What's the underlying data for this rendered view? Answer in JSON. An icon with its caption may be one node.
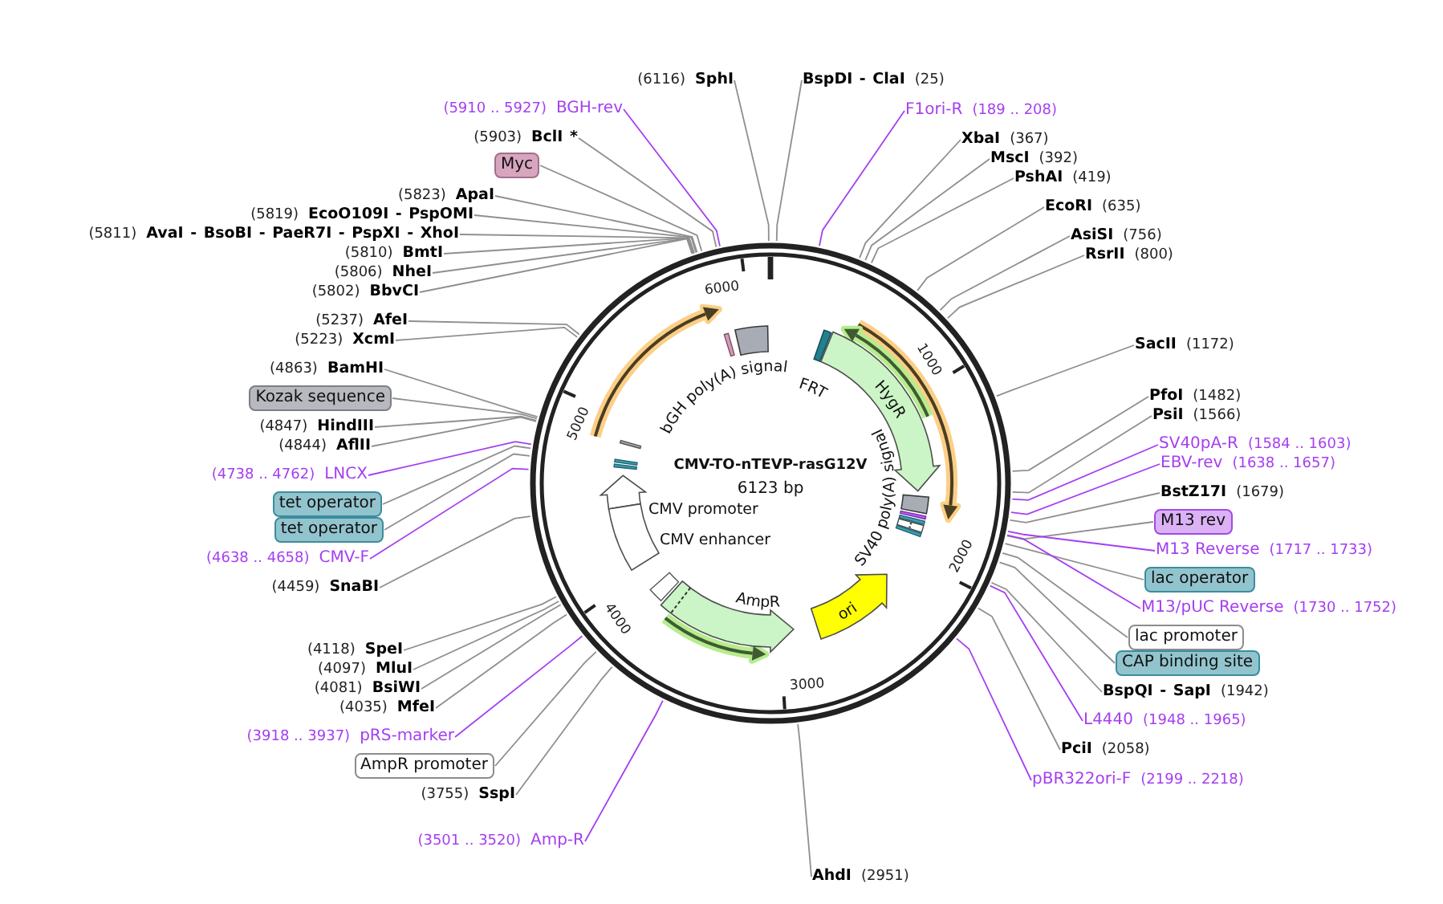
{
  "diagram": {
    "title": "CMV-TO-nTEVP-rasG12V",
    "nodes": [
      {
        "text": [
          "SphI"
        ],
        "beside": [
          "(6116)"
        ]
      },
      {
        "text": [
          "BspDI - ClaI"
        ],
        "beside": [
          "(25)"
        ]
      },
      {
        "text": [
          "BGH-rev"
        ],
        "beside": [
          "(5910 .. 5927)"
        ]
      },
      {
        "text": [
          "F1ori-R"
        ],
        "beside": [
          "(189 .. 208)"
        ]
      },
      {
        "text": [
          "BclI *"
        ],
        "beside": [
          "(5903)"
        ]
      },
      {
        "text": [
          "XbaI"
        ],
        "beside": [
          "(367)"
        ]
      },
      {
        "text": [
          "MscI"
        ],
        "beside": [
          "(392)"
        ]
      },
      {
        "text": [
          "Myc"
        ]
      },
      {
        "text": [
          "PshAI"
        ],
        "beside": [
          "(419)"
        ]
      },
      {
        "text": [
          "ApaI"
        ],
        "beside": [
          "(5823)"
        ]
      },
      {
        "text": [
          "EcoRI"
        ],
        "beside": [
          "(635)"
        ]
      },
      {
        "text": [
          "EcoO109I - PspOMI"
        ],
        "beside": [
          "(5819)"
        ]
      },
      {
        "text": [
          "AvaI - BsoBI - PaeR7I - PspXI - XhoI"
        ],
        "beside": [
          "(5811)"
        ]
      },
      {
        "text": [
          "AsiSI"
        ],
        "beside": [
          "(756)"
        ]
      },
      {
        "text": [
          "BmtI"
        ],
        "beside": [
          "(5810)"
        ]
      },
      {
        "text": [
          "RsrII"
        ],
        "beside": [
          "(800)"
        ]
      },
      {
        "text": [
          "NheI"
        ],
        "beside": [
          "(5806)"
        ]
      },
      {
        "text": [
          "BbvCI"
        ],
        "beside": [
          "(5802)"
        ]
      },
      {
        "text": [
          "AfeI"
        ],
        "beside": [
          "(5237)"
        ]
      },
      {
        "text": [
          "XcmI"
        ],
        "beside": [
          "(5223)"
        ]
      },
      {
        "text": [
          "SacII"
        ],
        "beside": [
          "(1172)"
        ]
      },
      {
        "text": [
          "BamHI"
        ],
        "beside": [
          "(4863)"
        ]
      },
      {
        "text": [
          "PfoI"
        ],
        "beside": [
          "(1482)"
        ]
      },
      {
        "text": [
          "Kozak sequence"
        ]
      },
      {
        "text": [
          "PsiI"
        ],
        "beside": [
          "(1566)"
        ]
      },
      {
        "text": [
          "HindIII"
        ],
        "beside": [
          "(4847)"
        ]
      },
      {
        "text": [
          "SV40pA-R"
        ],
        "beside": [
          "(1584 .. 1603)"
        ]
      },
      {
        "text": [
          "AflII"
        ],
        "beside": [
          "(4844)"
        ]
      },
      {
        "text": [
          "EBV-rev"
        ],
        "beside": [
          "(1638 .. 1657)"
        ]
      },
      {
        "text": [
          "LNCX"
        ],
        "beside": [
          "(4738 .. 4762)"
        ]
      },
      {
        "text": [
          "BstZ17I"
        ],
        "beside": [
          "(1679)"
        ]
      },
      {
        "text": [
          "tet operator"
        ]
      },
      {
        "text": [
          "M13 rev"
        ]
      },
      {
        "text": [
          "tet operator"
        ]
      },
      {
        "text": [
          "M13 Reverse"
        ],
        "beside": [
          "(1717 .. 1733)"
        ]
      },
      {
        "text": [
          "CMV-F"
        ],
        "beside": [
          "(4638 .. 4658)"
        ]
      },
      {
        "text": [
          "lac operator"
        ]
      },
      {
        "text": [
          "SnaBI"
        ],
        "beside": [
          "(4459)"
        ]
      },
      {
        "text": [
          "M13/pUC Reverse"
        ],
        "beside": [
          "(1730 .. 1752)"
        ]
      },
      {
        "text": [
          "lac promoter"
        ]
      },
      {
        "text": [
          "SpeI"
        ],
        "beside": [
          "(4118)"
        ]
      },
      {
        "text": [
          "CAP binding site"
        ]
      },
      {
        "text": [
          "MluI"
        ],
        "beside": [
          "(4097)"
        ]
      },
      {
        "text": [
          "BsiWI"
        ],
        "beside": [
          "(4081)"
        ]
      },
      {
        "text": [
          "BspQI - SapI"
        ],
        "beside": [
          "(1942)"
        ]
      },
      {
        "text": [
          "MfeI"
        ],
        "beside": [
          "(4035)"
        ]
      },
      {
        "text": [
          "L4440"
        ],
        "beside": [
          "(1948 .. 1965)"
        ]
      },
      {
        "text": [
          "pRS-marker"
        ],
        "beside": [
          "(3918 .. 3937)"
        ]
      },
      {
        "text": [
          "PciI"
        ],
        "beside": [
          "(2058)"
        ]
      },
      {
        "text": [
          "AmpR promoter"
        ]
      },
      {
        "text": [
          "pBR322ori-F"
        ],
        "beside": [
          "(2199 .. 2218)"
        ]
      },
      {
        "text": [
          "SspI"
        ],
        "beside": [
          "(3755)"
        ]
      },
      {
        "text": [
          "Amp-R"
        ],
        "beside": [
          "(3501 .. 3520)"
        ]
      },
      {
        "text": [
          "AhdI"
        ],
        "beside": [
          "(2951)"
        ]
      },
      {
        "text": [
          "bGH poly(A) signal"
        ]
      },
      {
        "text": [
          "FRT"
        ]
      },
      {
        "text": [
          "HygR"
        ]
      },
      {
        "text": [
          "SV40 poly(A) signal"
        ]
      },
      {
        "text": [
          "CMV promoter"
        ]
      },
      {
        "text": [
          "CMV enhancer"
        ]
      },
      {
        "text": [
          "AmpR"
        ]
      },
      {
        "text": [
          "ori"
        ]
      }
    ],
    "edges": [
      {
        "from": 0,
        "to": null,
        "arrow": "none"
      },
      {
        "from": 1,
        "to": null,
        "arrow": "none"
      },
      {
        "from": 2,
        "to": null,
        "arrow": "none",
        "color": "#a53ff0"
      },
      {
        "from": 3,
        "to": null,
        "arrow": "none",
        "color": "#a53ff0"
      },
      {
        "from": 4,
        "to": null,
        "arrow": "none"
      },
      {
        "from": 5,
        "to": null,
        "arrow": "none"
      },
      {
        "from": 6,
        "to": null,
        "arrow": "none"
      },
      {
        "from": 7,
        "to": null,
        "arrow": "none"
      },
      {
        "from": 8,
        "to": null,
        "arrow": "none"
      },
      {
        "from": 9,
        "to": null,
        "arrow": "none"
      },
      {
        "from": 10,
        "to": null,
        "arrow": "none"
      },
      {
        "from": 11,
        "to": null,
        "arrow": "none"
      },
      {
        "from": 12,
        "to": null,
        "arrow": "none"
      },
      {
        "from": 13,
        "to": null,
        "arrow": "none"
      },
      {
        "from": 14,
        "to": null,
        "arrow": "none"
      },
      {
        "from": 15,
        "to": null,
        "arrow": "none"
      },
      {
        "from": 16,
        "to": null,
        "arrow": "none"
      },
      {
        "from": 17,
        "to": null,
        "arrow": "none"
      },
      {
        "from": 18,
        "to": null,
        "arrow": "none"
      },
      {
        "from": 19,
        "to": null,
        "arrow": "none"
      },
      {
        "from": 20,
        "to": null,
        "arrow": "none"
      },
      {
        "from": 21,
        "to": null,
        "arrow": "none"
      },
      {
        "from": 22,
        "to": null,
        "arrow": "none"
      },
      {
        "from": 23,
        "to": null,
        "arrow": "none"
      },
      {
        "from": 24,
        "to": null,
        "arrow": "none"
      },
      {
        "from": 25,
        "to": null,
        "arrow": "none"
      },
      {
        "from": 26,
        "to": null,
        "arrow": "none",
        "color": "#a53ff0"
      },
      {
        "from": 27,
        "to": null,
        "arrow": "none"
      },
      {
        "from": 28,
        "to": null,
        "arrow": "none",
        "color": "#a53ff0"
      },
      {
        "from": 29,
        "to": null,
        "arrow": "none",
        "color": "#a53ff0"
      },
      {
        "from": 30,
        "to": null,
        "arrow": "none"
      },
      {
        "from": 31,
        "to": null,
        "arrow": "none"
      },
      {
        "from": 32,
        "to": null,
        "arrow": "none"
      },
      {
        "from": 33,
        "to": null,
        "arrow": "none"
      },
      {
        "from": 34,
        "to": null,
        "arrow": "none",
        "color": "#a53ff0"
      },
      {
        "from": 35,
        "to": null,
        "arrow": "none",
        "color": "#a53ff0"
      },
      {
        "from": 36,
        "to": null,
        "arrow": "none"
      },
      {
        "from": 37,
        "to": null,
        "arrow": "none"
      },
      {
        "from": 38,
        "to": null,
        "arrow": "none",
        "color": "#a53ff0"
      },
      {
        "from": 39,
        "to": null,
        "arrow": "none"
      },
      {
        "from": 40,
        "to": null,
        "arrow": "none"
      },
      {
        "from": 41,
        "to": null,
        "arrow": "none"
      },
      {
        "from": 42,
        "to": null,
        "arrow": "none"
      },
      {
        "from": 43,
        "to": null,
        "arrow": "none"
      },
      {
        "from": 44,
        "to": null,
        "arrow": "none"
      },
      {
        "from": 45,
        "to": null,
        "arrow": "none"
      },
      {
        "from": 46,
        "to": null,
        "arrow": "none",
        "color": "#a53ff0"
      },
      {
        "from": 47,
        "to": null,
        "arrow": "none",
        "color": "#a53ff0"
      },
      {
        "from": 48,
        "to": null,
        "arrow": "none"
      },
      {
        "from": 49,
        "to": null,
        "arrow": "none"
      },
      {
        "from": 50,
        "to": null,
        "arrow": "none",
        "color": "#a53ff0"
      },
      {
        "from": 51,
        "to": null,
        "arrow": "none"
      },
      {
        "from": 52,
        "to": null,
        "arrow": "none",
        "color": "#a53ff0"
      },
      {
        "from": 53,
        "to": null,
        "arrow": "none"
      }
    ],
    "labels": [
      "6000",
      "1000",
      "5000",
      "6123 bp",
      "2000",
      "4000",
      "3000"
    ]
  }
}
